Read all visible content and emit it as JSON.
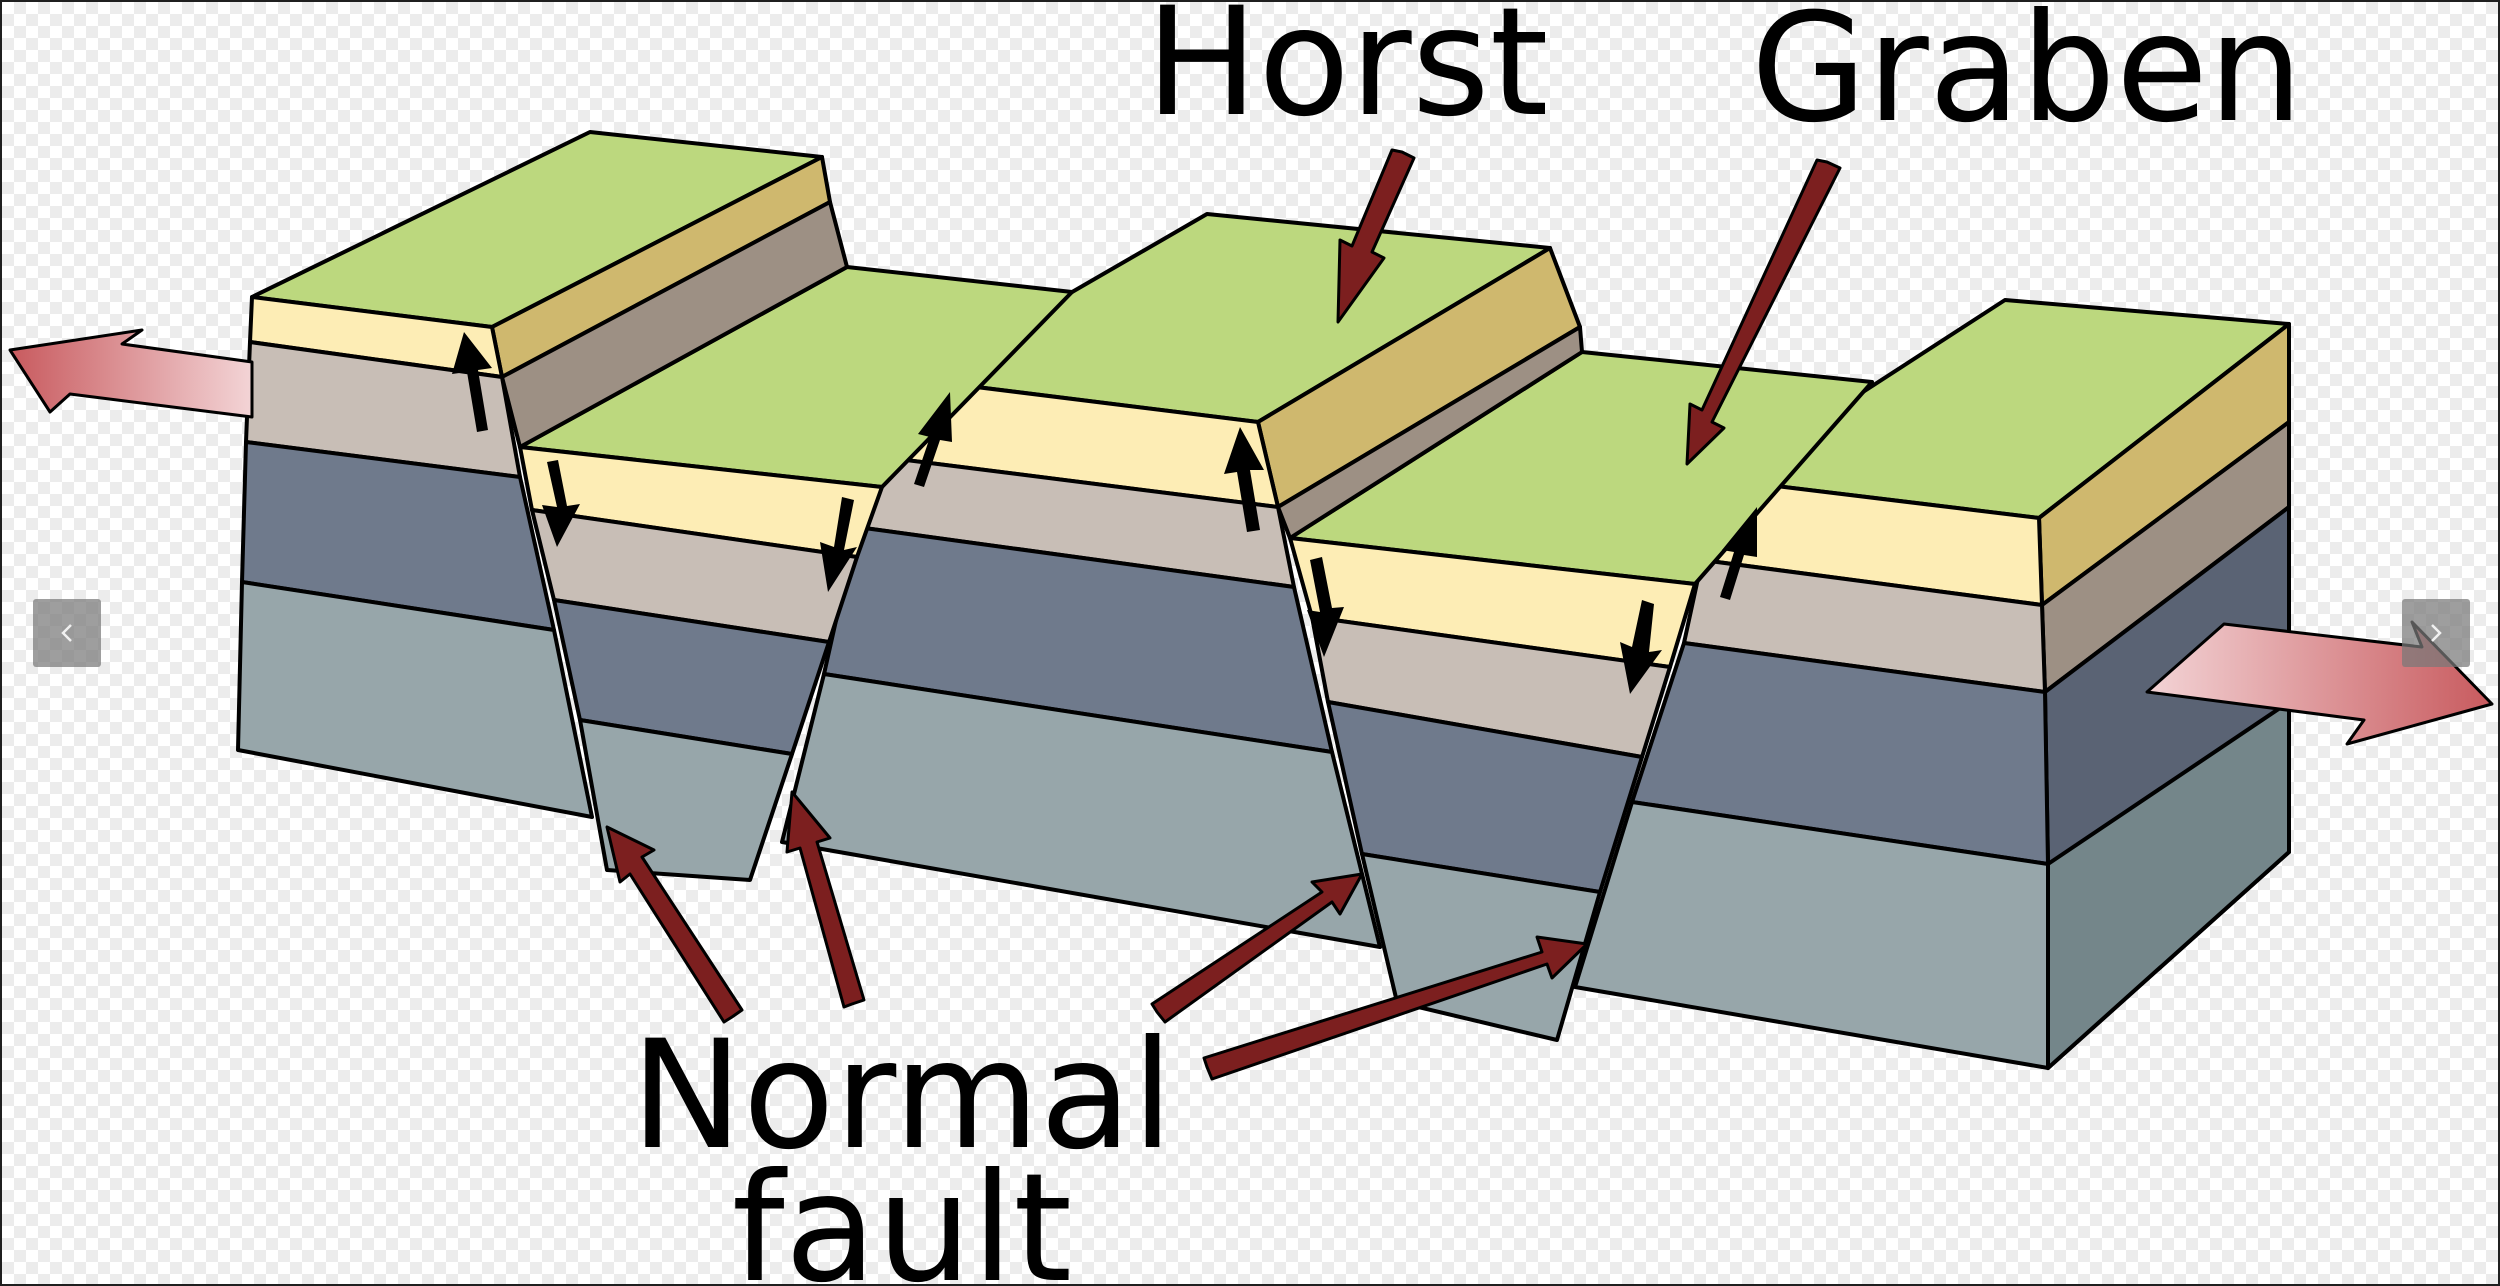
{
  "labels": {
    "horst": "Horst",
    "graben": "Graben",
    "normal_fault_line1": "Normal",
    "normal_fault_line2": "fault"
  },
  "nav": {
    "prev_icon": "chevron-left-icon",
    "next_icon": "chevron-right-icon"
  },
  "colors": {
    "layer_top": "#bcd87e",
    "layer_cream": "#fdedb5",
    "layer_cream_side": "#cfb86e",
    "layer_taupe": "#c8beb6",
    "layer_taupe_side": "#9d9084",
    "layer_slate": "#6f7a8c",
    "layer_slate_side": "#5a6374",
    "layer_grey": "#97a6aa",
    "layer_grey_side": "#74868a",
    "label_arrow": "#7c1f1f",
    "extension_arrow": "#e0a0a3"
  }
}
